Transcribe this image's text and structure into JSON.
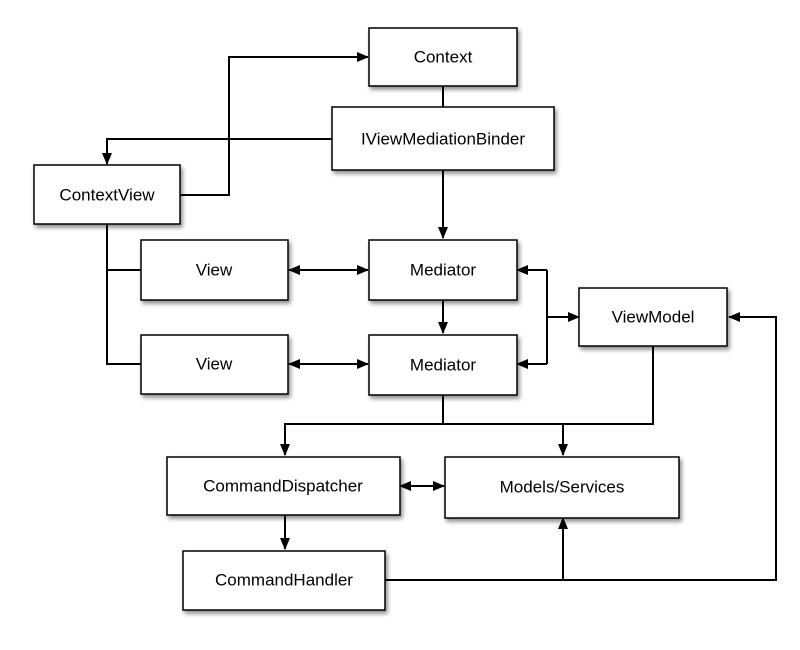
{
  "diagram": {
    "nodes": {
      "context": "Context",
      "binder": "IViewMediationBinder",
      "context_view": "ContextView",
      "view_1": "View",
      "view_2": "View",
      "mediator_1": "Mediator",
      "mediator_2": "Mediator",
      "view_model": "ViewModel",
      "command_dispatcher": "CommandDispatcher",
      "models_services": "Models/Services",
      "command_handler": "CommandHandler"
    },
    "colors": {
      "stroke": "#000000",
      "fill": "#ffffff",
      "shadow": "#000000"
    }
  }
}
